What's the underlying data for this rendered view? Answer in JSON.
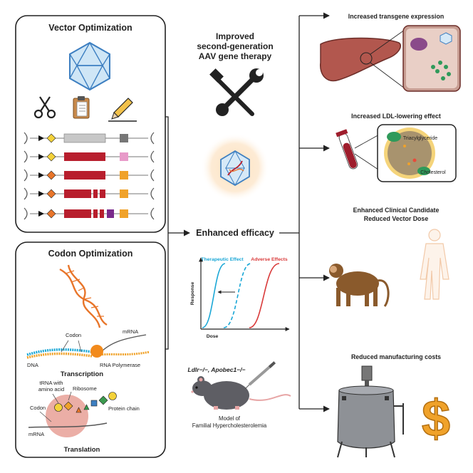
{
  "colors": {
    "accent_red": "#b81e2d",
    "orange": "#e8752a",
    "capsid_blue": "#3d7fc1",
    "therapeutic": "#1aa7d6",
    "adverse": "#d93a3a",
    "liver": "#b2574e",
    "monkey": "#8a5a2c",
    "gold": "#f0a22a"
  },
  "vector_panel": {
    "title": "Vector Optimization",
    "icons": [
      "capsid-icon",
      "scissors-icon",
      "clipboard-icon",
      "pencil-icon"
    ]
  },
  "codon_panel": {
    "title": "Codon Optimization",
    "transcription": {
      "codon": "Codon",
      "mrna": "mRNA",
      "dna": "DNA",
      "polymerase": "RNA Polymerase",
      "title": "Transcription"
    },
    "translation": {
      "trna": "tRNA with",
      "trna2": "amino acid",
      "ribosome": "Ribosome",
      "codon": "Codon",
      "mrna": "mRNA",
      "chain": "Protein chain",
      "title": "Translation"
    }
  },
  "center": {
    "title_line1": "Improved",
    "title_line2": "second-generation",
    "title_line3": "AAV gene therapy",
    "efficacy": "Enhanced efficacy",
    "model_genotype": "Ldlr−/−, Apobec1−/−",
    "model_line1": "Model of",
    "model_line2": "Familial Hypercholesterolemia"
  },
  "chart_data": {
    "type": "line",
    "title": "",
    "xlabel": "Dose",
    "ylabel": "Response",
    "series": [
      {
        "name": "Therapeutic Effect",
        "style": "solid"
      },
      {
        "name": "Therapeutic Effect",
        "style": "dashed"
      },
      {
        "name": "Adverse Effects",
        "style": "solid"
      }
    ],
    "legend": [
      "Therapeutic Effect",
      "Adverse Effects"
    ],
    "grid": false
  },
  "outcomes": {
    "transgene": "Increased transgene expression",
    "ldl": "Increased LDL-lowering effect",
    "triacylglyceride": "Triacylglyceride",
    "cholesterol": "Cholesterol",
    "clinical_line1": "Enhanced Clinical Candidate",
    "clinical_line2": "Reduced Vector Dose",
    "manufacturing": "Reduced manufacturing costs",
    "dollar": "$"
  }
}
